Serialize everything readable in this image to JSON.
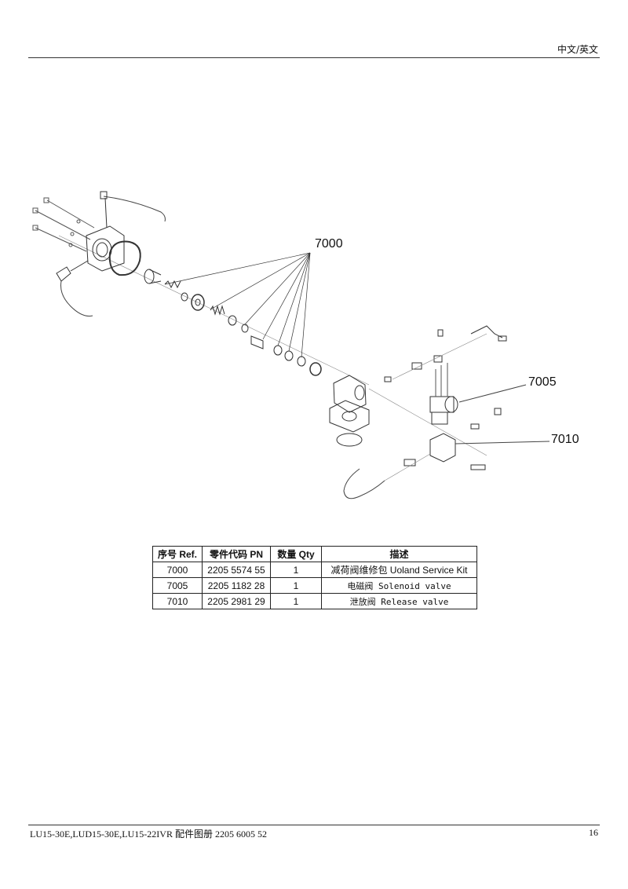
{
  "header": {
    "language": "中文/英文"
  },
  "callouts": {
    "c7000": "7000",
    "c7005": "7005",
    "c7010": "7010"
  },
  "table": {
    "headers": [
      "序号 Ref.",
      "零件代码 PN",
      "数量 Qty",
      "描述"
    ],
    "rows": [
      {
        "ref": "7000",
        "pn": "2205 5574 55",
        "qty": "1",
        "desc": "减荷阀维修包 Uoland Service Kit"
      },
      {
        "ref": "7005",
        "pn": "2205 1182 28",
        "qty": "1",
        "desc": "电磁阀 Solenoid valve"
      },
      {
        "ref": "7010",
        "pn": "2205 2981 29",
        "qty": "1",
        "desc": "泄放阀 Release valve"
      }
    ]
  },
  "footer": {
    "doc": "LU15-30E,LUD15-30E,LU15-22IVR  配件图册 2205 6005 52",
    "page": "16"
  }
}
